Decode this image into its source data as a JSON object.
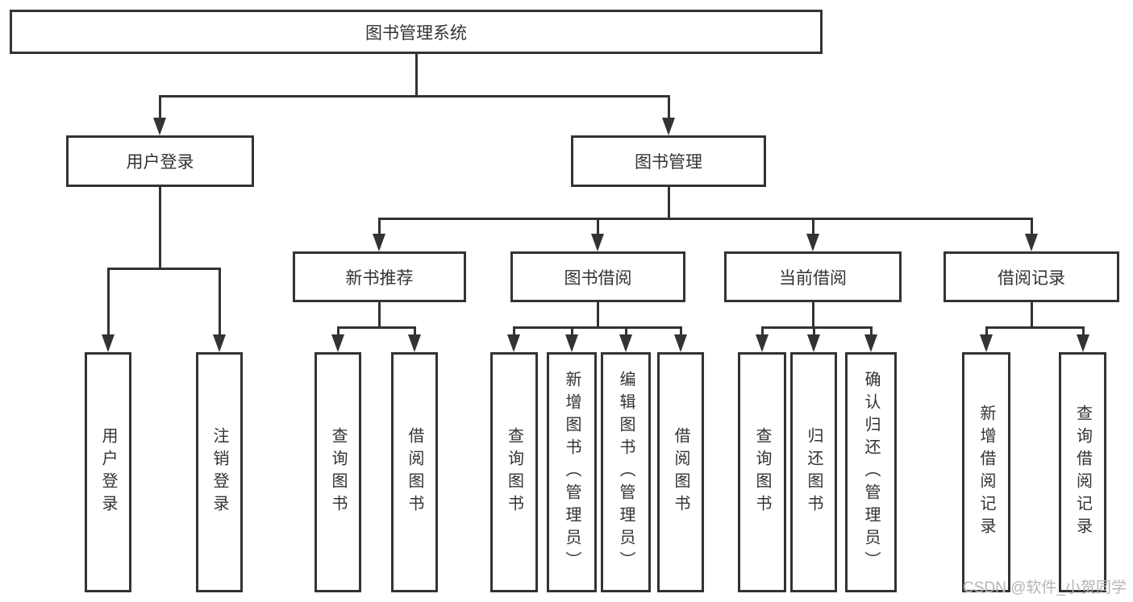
{
  "watermark": "CSDN @软件_小贺同学",
  "colors": {
    "line": "#333333",
    "text": "#333333",
    "watermark": "#b5b5b5",
    "background": "#ffffff"
  },
  "nodes": {
    "root": "图书管理系统",
    "user_login_module": "用户登录",
    "book_mgmt_module": "图书管理",
    "new_book_module": "新书推荐",
    "book_borrow_module": "图书借阅",
    "current_borrow_module": "当前借阅",
    "borrow_record_module": "借阅记录",
    "leaf_user_login": "用户登录",
    "leaf_logout": "注销登录",
    "leaf_nb_query_book": "查询图书",
    "leaf_nb_borrow_book": "借阅图书",
    "leaf_bb_query_book": "查询图书",
    "leaf_bb_add_book": "新增图书（管理员）",
    "leaf_bb_edit_book": "编辑图书（管理员）",
    "leaf_bb_borrow_book": "借阅图书",
    "leaf_cb_query_book": "查询图书",
    "leaf_cb_return_book": "归还图书",
    "leaf_cb_confirm_return": "确认归还（管理员）",
    "leaf_br_add_record": "新增借阅记录",
    "leaf_br_query_record": "查询借阅记录"
  }
}
